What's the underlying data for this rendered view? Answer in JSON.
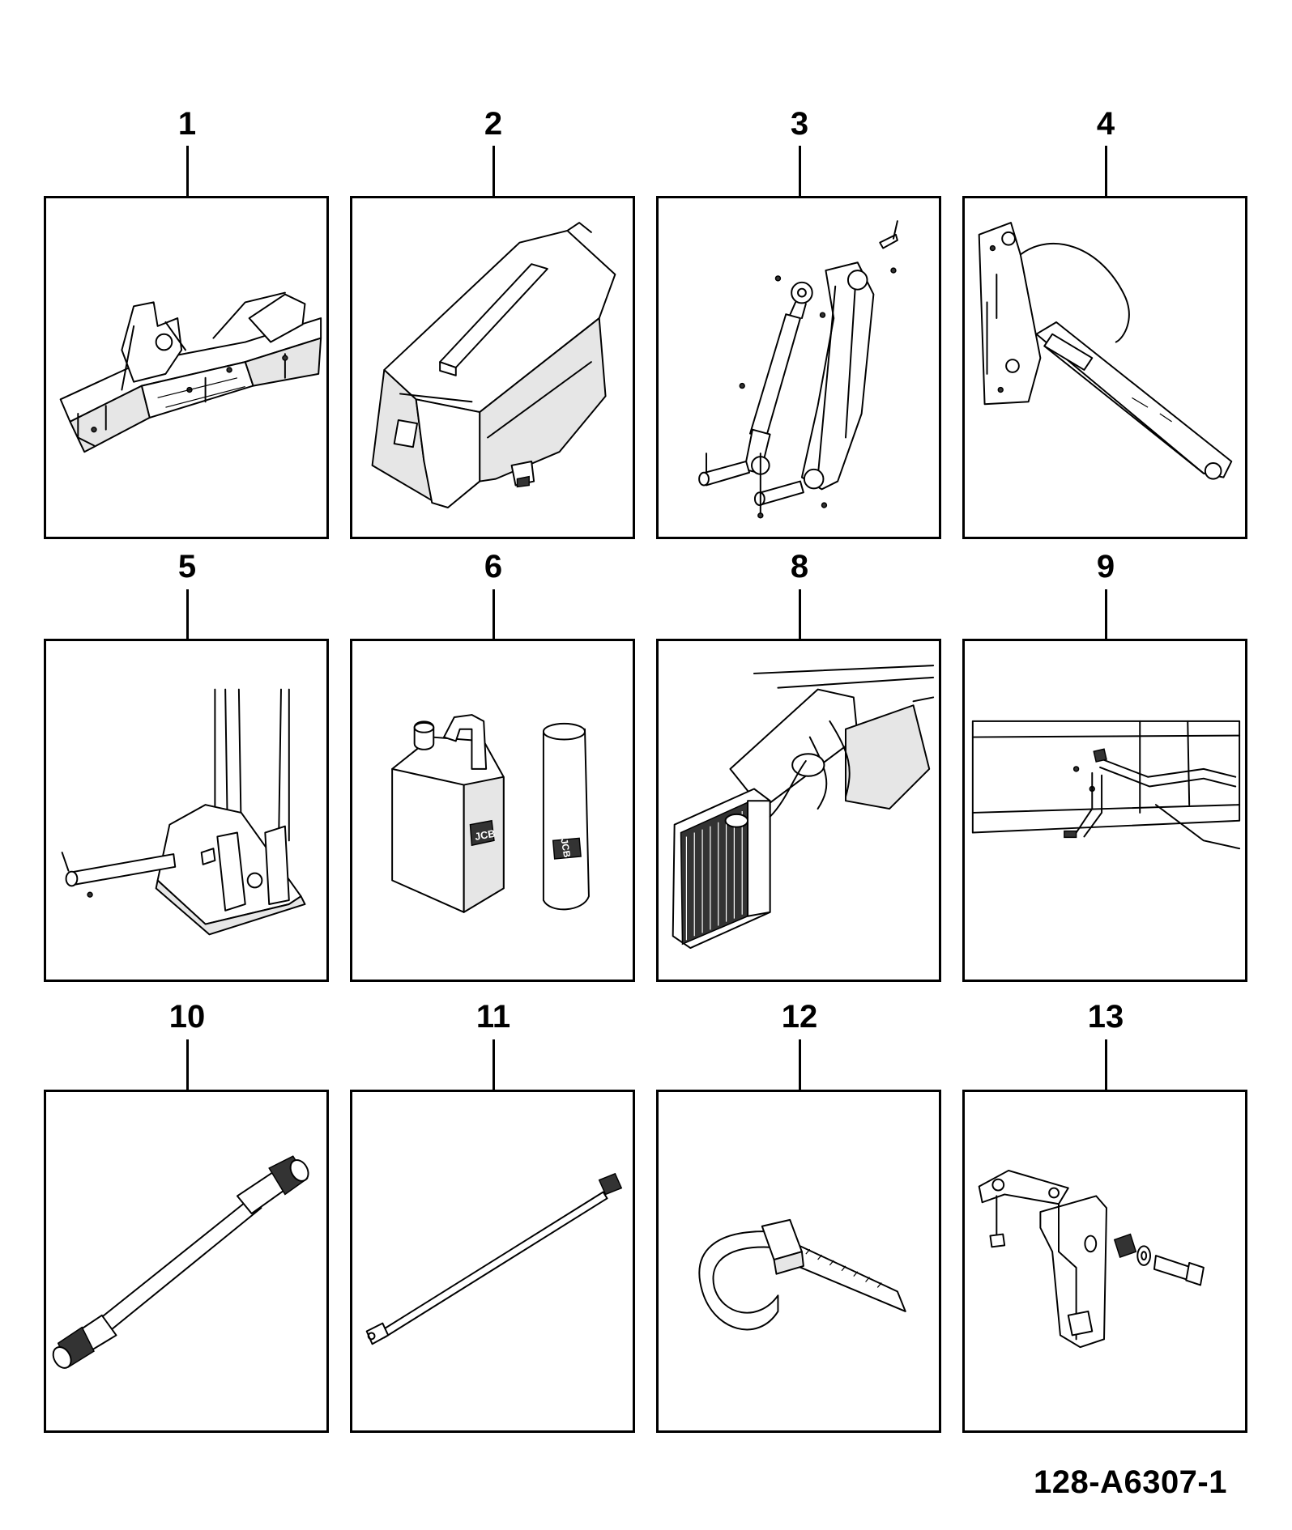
{
  "items": [
    {
      "number": "1",
      "part": "chassis-frame"
    },
    {
      "number": "2",
      "part": "engine-cover"
    },
    {
      "number": "3",
      "part": "cylinder-and-arm"
    },
    {
      "number": "4",
      "part": "boom-assembly"
    },
    {
      "number": "5",
      "part": "pivot-pin-bracket"
    },
    {
      "number": "6",
      "part": "fluid-container-and-cartridge"
    },
    {
      "number": "8",
      "part": "cooling-pack"
    },
    {
      "number": "9",
      "part": "pipe-routing"
    },
    {
      "number": "10",
      "part": "hydraulic-hose"
    },
    {
      "number": "11",
      "part": "pipe"
    },
    {
      "number": "12",
      "part": "cable-tie"
    },
    {
      "number": "13",
      "part": "bracket-with-bolt"
    }
  ],
  "logo_text": "JCB",
  "drawing_ref": "128-A6307-1"
}
